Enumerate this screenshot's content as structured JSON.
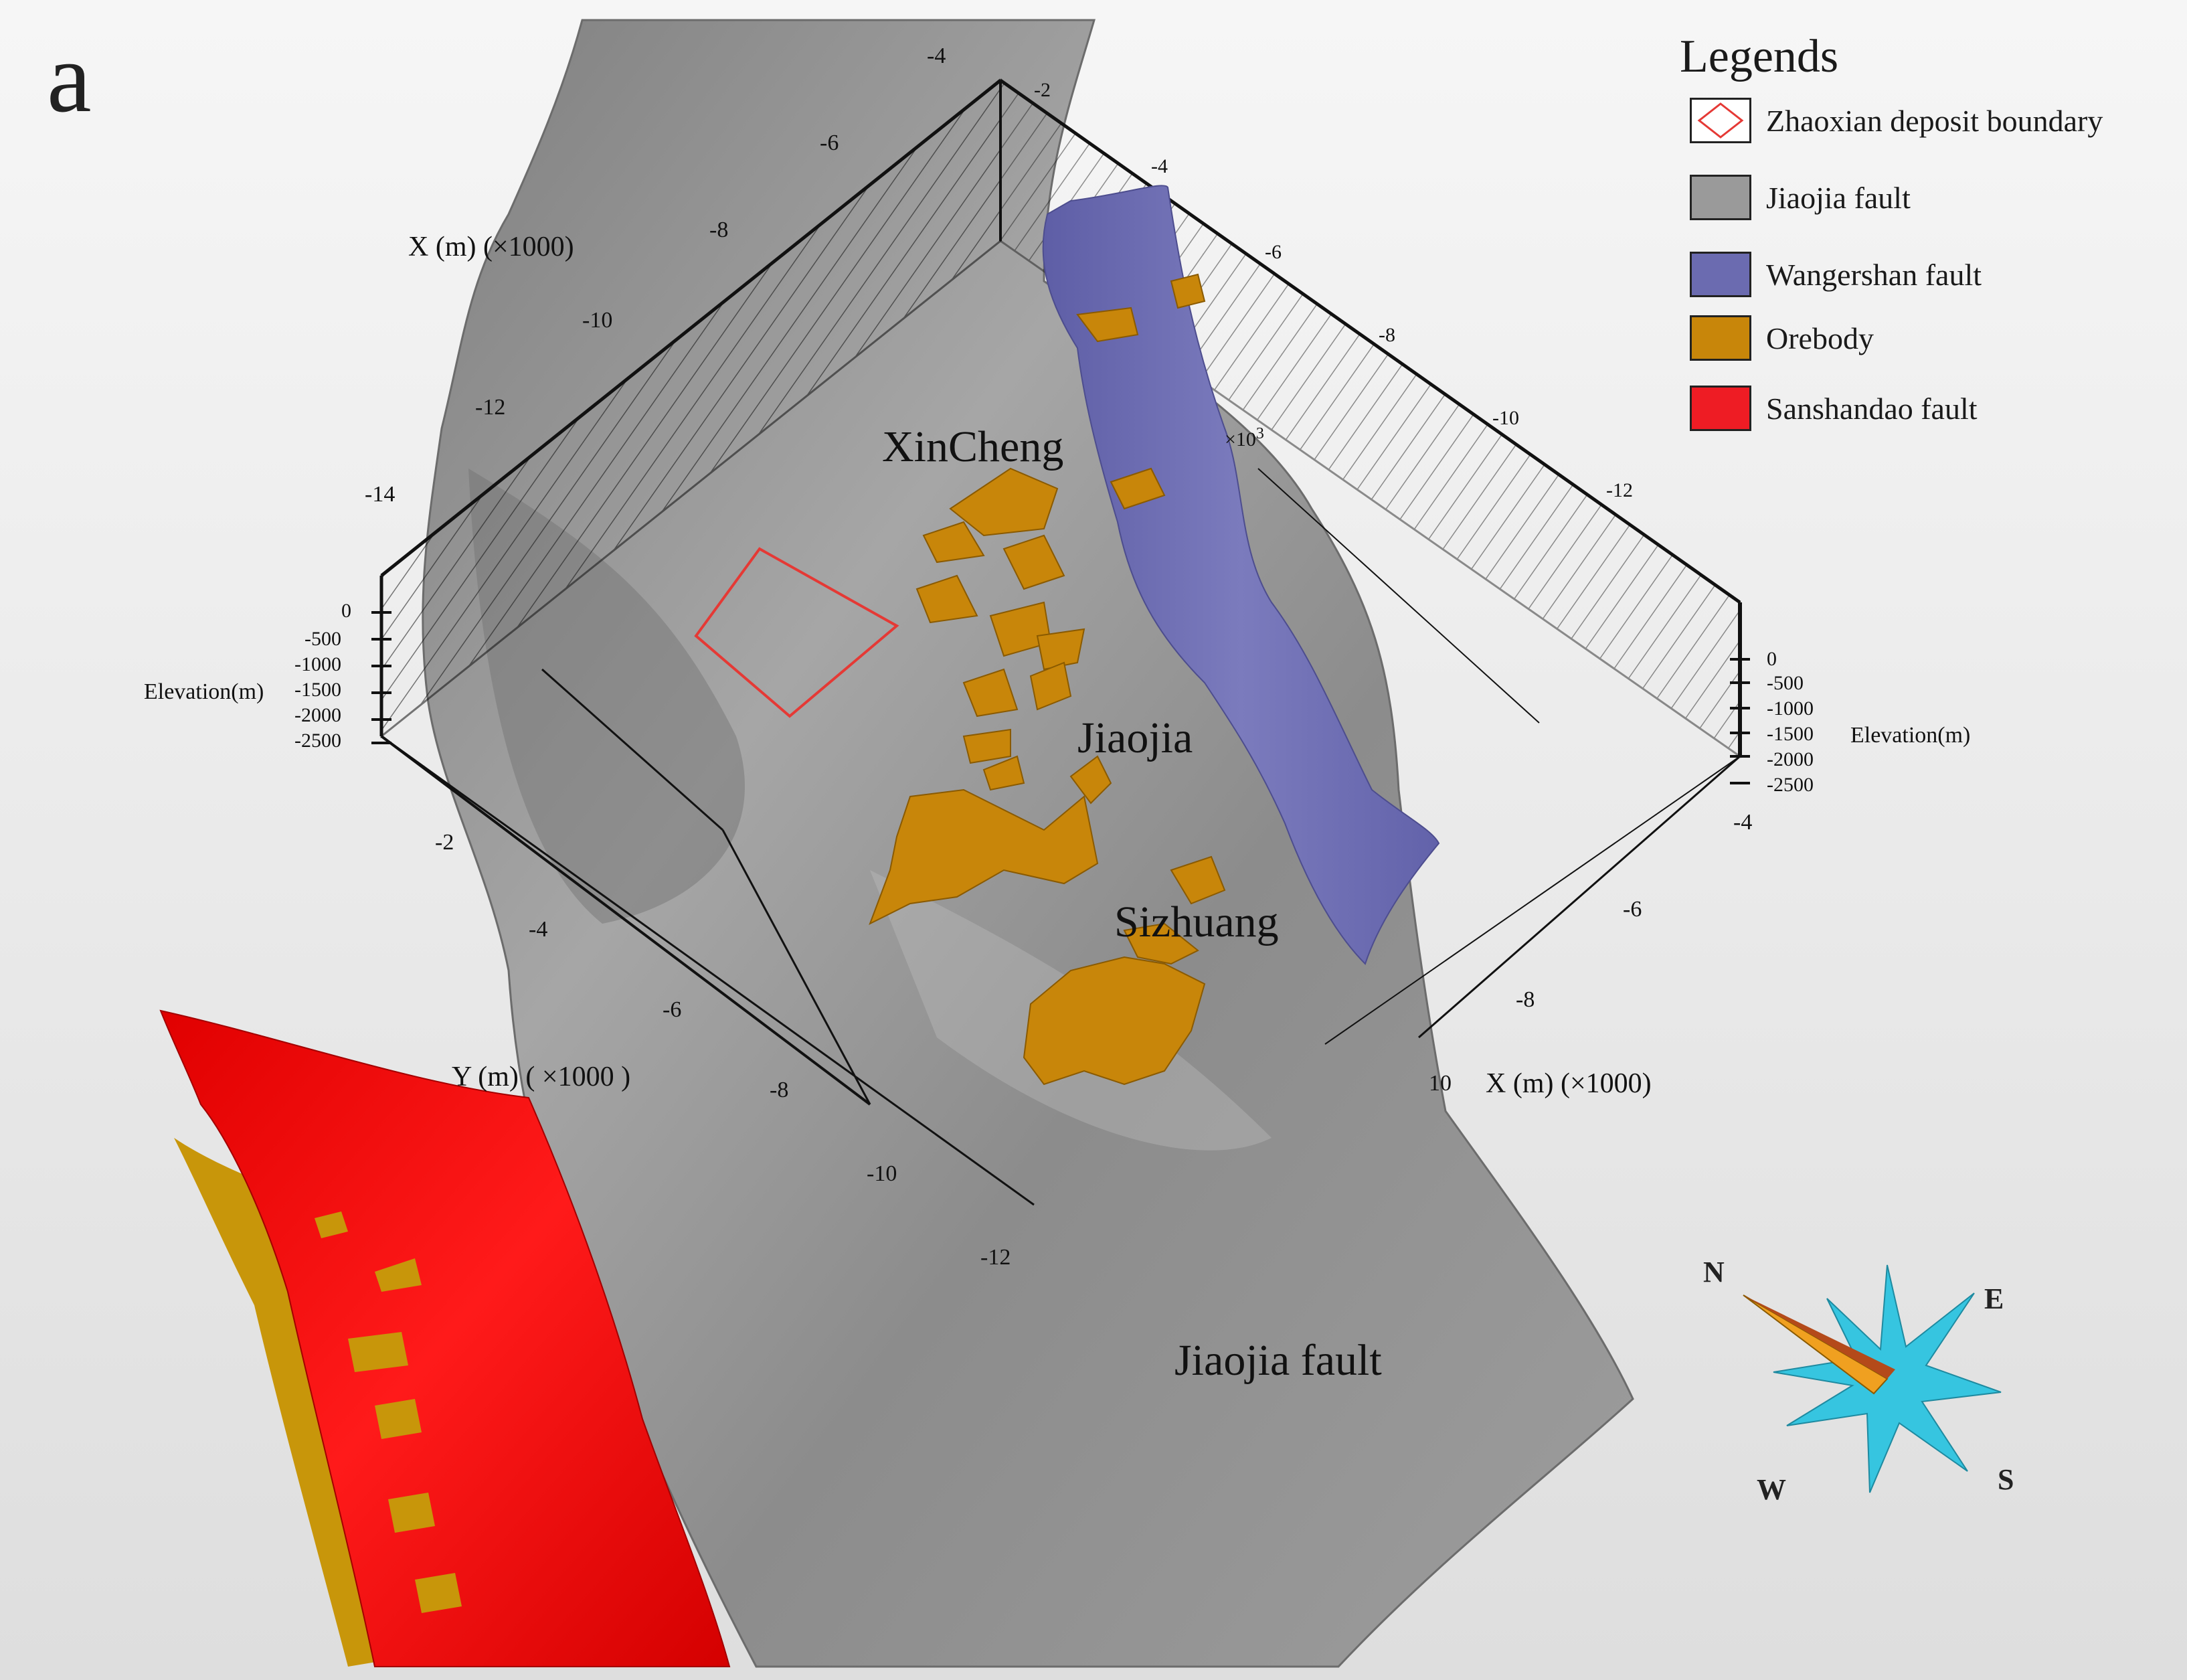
{
  "panel_label": "a",
  "legend": {
    "title": "Legends",
    "items": [
      {
        "label": "Zhaoxian deposit boundary",
        "color": "#e53935",
        "kind": "outline"
      },
      {
        "label": "Jiaojia fault",
        "color": "#9a9a9a",
        "kind": "fill"
      },
      {
        "label": "Wangershan fault",
        "color": "#6b6bb0",
        "kind": "fill"
      },
      {
        "label": "Orebody",
        "color": "#c8860a",
        "kind": "fill"
      },
      {
        "label": "Sanshandao fault",
        "color": "#ee1c24",
        "kind": "fill"
      }
    ]
  },
  "regions": {
    "xincheng": "XinCheng",
    "jiaojia": "Jiaojia",
    "sizhuang": "Sizhuang",
    "jiaojia_fault": "Jiaojia fault"
  },
  "axes": {
    "x_left_title": "X (m) (×1000)",
    "x_left_ticks": [
      "-4",
      "-6",
      "-8",
      "-10",
      "-12",
      "-14"
    ],
    "x_right_title": "X (m) (×1000)",
    "x_right_ticks": [
      "-4",
      "-6",
      "-8",
      "10"
    ],
    "y_title": "Y (m) ( ×1000 )",
    "y_ticks": [
      "-2",
      "-4",
      "-6",
      "-8",
      "-10",
      "-12"
    ],
    "top_right_ticks": [
      "-2",
      "-4",
      "-6",
      "-8",
      "-10",
      "-12"
    ],
    "top_right_exp": "×10",
    "top_right_exp_power": "3",
    "elevation_title": "Elevation(m)",
    "elevation_ticks": [
      "0",
      "-500",
      "-1000",
      "-1500",
      "-2000",
      "-2500"
    ]
  },
  "compass": {
    "n": "N",
    "e": "E",
    "s": "S",
    "w": "W"
  },
  "colors": {
    "jiaojia_fault": "#9a9a9a",
    "wangershan_fault": "#6b6bb0",
    "orebody": "#c8860a",
    "sanshandao_fault": "#ee1c24",
    "deposit_boundary": "#e53935",
    "compass_star": "#36c5e0",
    "compass_needle": "#f0a020"
  }
}
